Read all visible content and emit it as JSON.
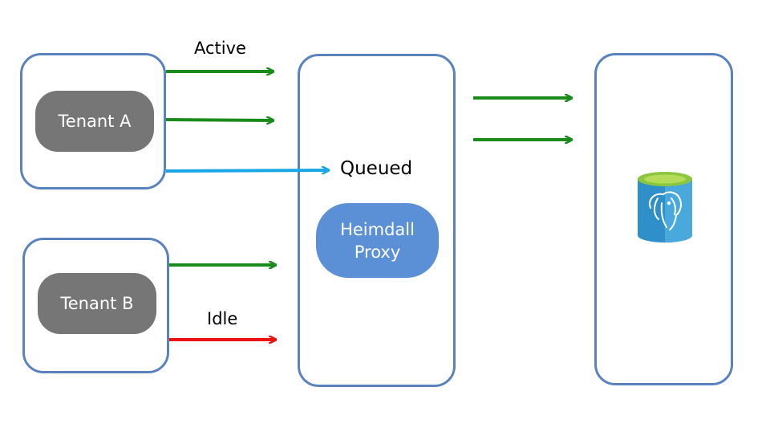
{
  "diagram": {
    "tenant_a": {
      "label": "Tenant A"
    },
    "tenant_b": {
      "label": "Tenant B"
    },
    "proxy": {
      "line1": "Heimdall",
      "line2": "Proxy"
    },
    "labels": {
      "active": "Active",
      "queued": "Queued",
      "idle": "Idle"
    },
    "database_icon": "postgresql-database-icon",
    "colors": {
      "box_border": "#5a82bd",
      "tenant_fill": "#767676",
      "proxy_fill": "#5b8fd6",
      "active_arrow": "#1a8a1a",
      "queued_arrow": "#1aa7e8",
      "idle_arrow": "#ee1111"
    }
  }
}
